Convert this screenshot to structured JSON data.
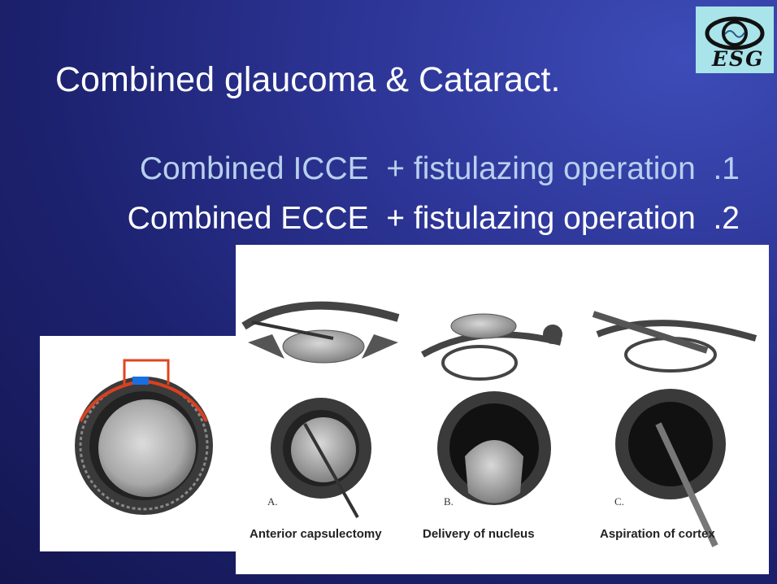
{
  "slide": {
    "title": "Combined glaucoma & Cataract.",
    "bullets": [
      {
        "text": "Combined ICCE  + fistulazing operation  .1",
        "color": "#b8d0ee"
      },
      {
        "text": "Combined ECCE  + fistulazing operation  .2",
        "color": "#ffffff"
      }
    ]
  },
  "logo": {
    "text": "ESG",
    "icon": "eye-icon"
  },
  "figure": {
    "steps": [
      {
        "letter": "A.",
        "caption": "Anterior capsulectomy"
      },
      {
        "letter": "B.",
        "caption": "Delivery of nucleus"
      },
      {
        "letter": "C.",
        "caption": "Aspiration of cortex"
      }
    ]
  }
}
